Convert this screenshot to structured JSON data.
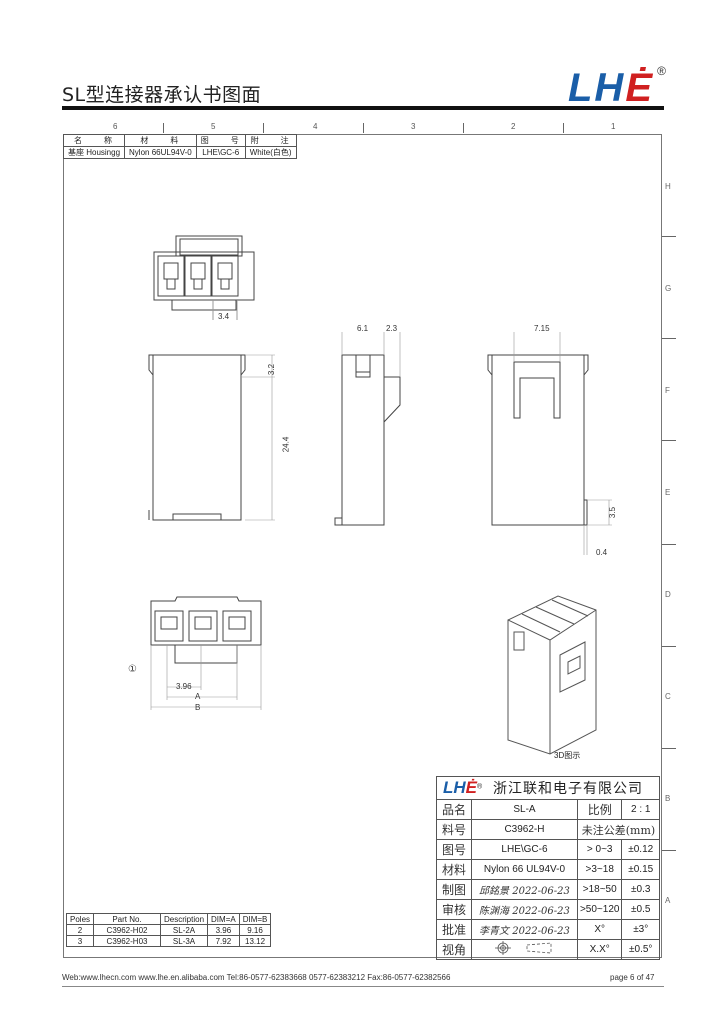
{
  "header": {
    "title": "SL型连接器承认书图面",
    "logo_text": "LHE",
    "logo_reg": "®"
  },
  "ruler": {
    "columns": [
      "6",
      "5",
      "4",
      "3",
      "2",
      "1"
    ],
    "rows": [
      "H",
      "G",
      "F",
      "E",
      "D",
      "C",
      "B",
      "A"
    ]
  },
  "parts_table": {
    "headers": [
      "名　　称",
      "材　　料",
      "图　　号",
      "附　　注"
    ],
    "row": [
      "基座 Housingg",
      "Nylon 66UL94V-0",
      "LHE\\GC-6",
      "White(白色)"
    ]
  },
  "dimensions": {
    "front_pitch": "3.4",
    "height_total": "24.4",
    "latch_height": "3.2",
    "side_depth": "6.1",
    "side_latch": "2.3",
    "back_window": "7.15",
    "back_step_h": "3.5",
    "back_step_w": "0.4",
    "bottom_pitch": "3.96",
    "dim_a": "A",
    "dim_b": "B",
    "callout": "①",
    "caption_3d": "3D图示"
  },
  "variants_table": {
    "headers": [
      "Poles",
      "Part No.",
      "Description",
      "DIM=A",
      "DIM=B"
    ],
    "rows": [
      [
        "2",
        "C3962-H02",
        "SL-2A",
        "3.96",
        "9.16"
      ],
      [
        "3",
        "C3962-H03",
        "SL-3A",
        "7.92",
        "13.12"
      ]
    ]
  },
  "title_block": {
    "logo": "LHE",
    "company": "浙江联和电子有限公司",
    "product_label": "品名",
    "product": "SL-A",
    "scale_label": "比例",
    "scale": "2 : 1",
    "partno_label": "料号",
    "partno": "C3962-H",
    "tolerance_label": "未注公差(mm)",
    "drawing_label": "图号",
    "drawing": "LHE\\GC-6",
    "material_label": "材料",
    "material": "Nylon 66 UL94V-0",
    "drawn_label": "制图",
    "drawn": "邱銘景 2022-06-23",
    "checked_label": "审核",
    "checked": "陈渊海 2022-06-23",
    "approved_label": "批准",
    "approved": "李青文 2022-06-23",
    "view_label": "视角",
    "tolerances": [
      [
        "> 0~3",
        "±0.12"
      ],
      [
        ">3~18",
        "±0.15"
      ],
      [
        ">18~50",
        "±0.3"
      ],
      [
        ">50~120",
        "±0.5"
      ],
      [
        "X°",
        "±3°"
      ],
      [
        "X.X°",
        "±0.5°"
      ]
    ]
  },
  "footer": {
    "contact": "Web:www.lhecn.com    www.lhe.en.alibaba.com    Tel:86-0577-62383668  0577-62383212  Fax:86-0577-62382566",
    "page": "page 6 of 47"
  }
}
